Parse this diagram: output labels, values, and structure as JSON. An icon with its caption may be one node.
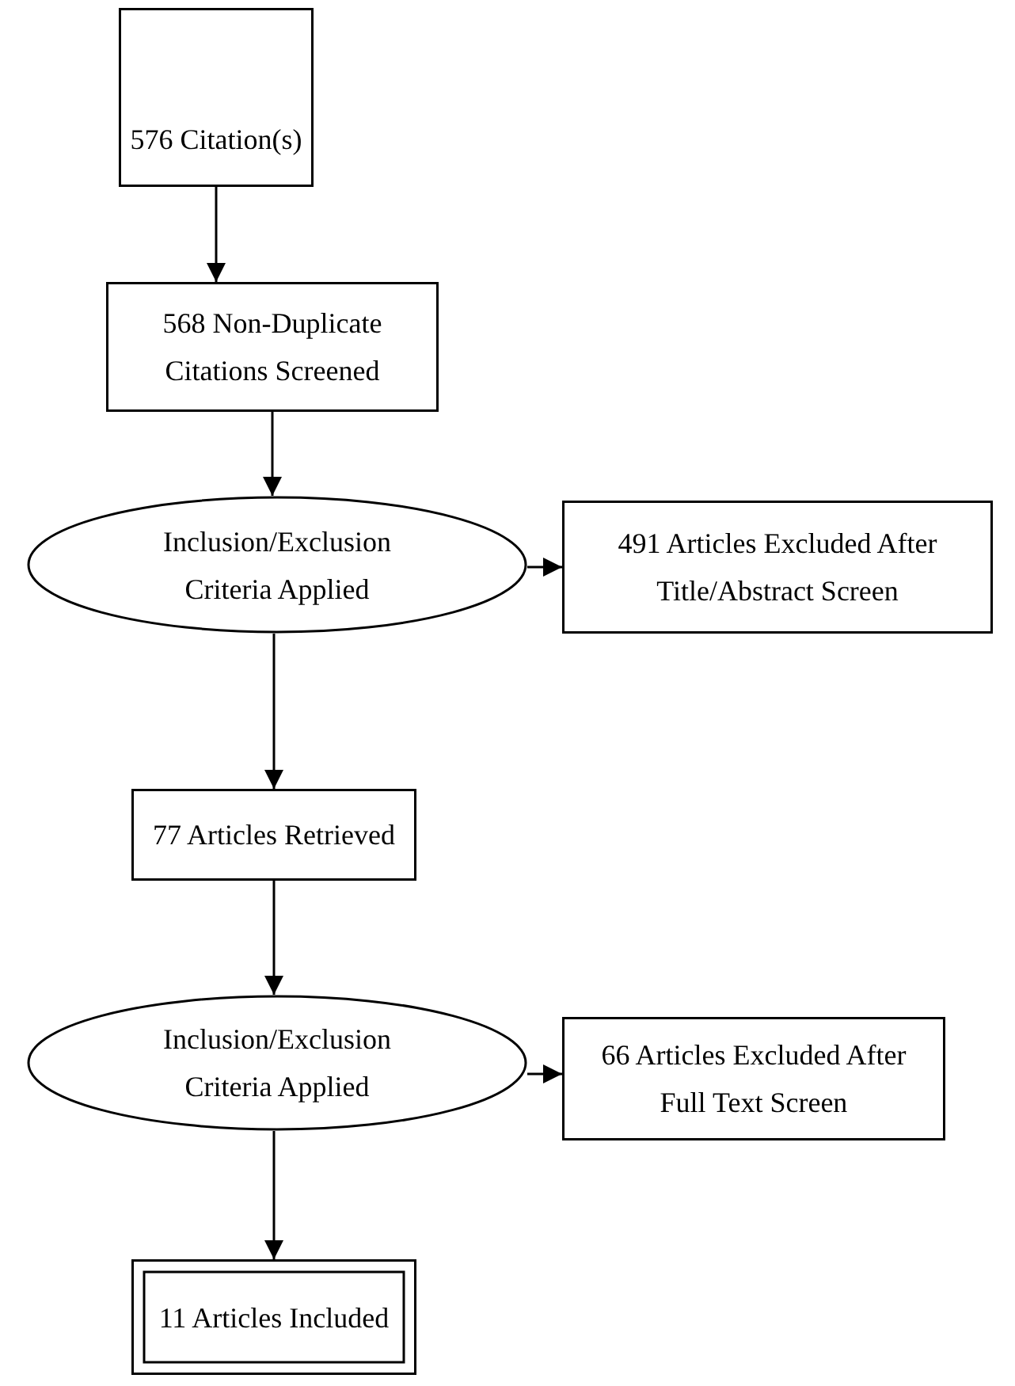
{
  "diagram": {
    "nodes": [
      {
        "text": [
          "576 Citation(s)"
        ]
      },
      {
        "text": [
          "568 Non-Duplicate Citations Screened"
        ]
      },
      {
        "text": [
          "Inclusion/Exclusion Criteria Applied"
        ]
      },
      {
        "text": [
          "491 Articles Excluded After Title/Abstract Screen"
        ]
      },
      {
        "text": [
          "77 Articles Retrieved"
        ]
      },
      {
        "text": [
          "Inclusion/Exclusion Criteria Applied"
        ]
      },
      {
        "text": [
          "66 Articles Excluded After Full Text Screen"
        ]
      },
      {
        "text": [
          "11 Articles Included"
        ]
      }
    ],
    "edges": [
      {
        "from": 0,
        "to": 1,
        "arrow": "to"
      },
      {
        "from": 1,
        "to": 2,
        "arrow": "to"
      },
      {
        "from": 2,
        "to": 3,
        "arrow": "to"
      },
      {
        "from": 2,
        "to": 4,
        "arrow": "to"
      },
      {
        "from": 4,
        "to": 5,
        "arrow": "to"
      },
      {
        "from": 5,
        "to": 6,
        "arrow": "to"
      },
      {
        "from": 5,
        "to": 7,
        "arrow": "to"
      }
    ]
  }
}
